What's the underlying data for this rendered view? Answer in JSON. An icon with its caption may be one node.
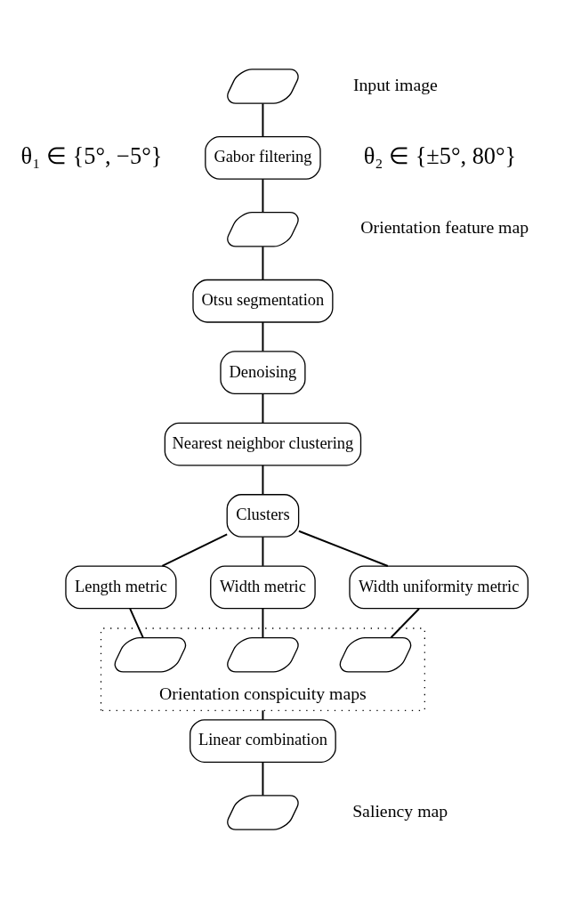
{
  "diagram": {
    "nodes": [
      {
        "text": [],
        "shape": "parallelogram",
        "beside": [
          "Input image"
        ]
      },
      {
        "text": [
          "Gabor filtering"
        ],
        "beside": [
          "θ₁ ∈ {5°, −5°}",
          "θ₂ ∈ {±5°, 80°}"
        ]
      },
      {
        "text": [],
        "shape": "parallelogram",
        "beside": [
          "Orientation feature map"
        ]
      },
      {
        "text": [
          "Otsu segmentation"
        ]
      },
      {
        "text": [
          "Denoising"
        ]
      },
      {
        "text": [
          "Nearest neighbor clustering"
        ]
      },
      {
        "text": [
          "Clusters"
        ]
      },
      {
        "text": [
          "Length metric"
        ]
      },
      {
        "text": [
          "Width metric"
        ]
      },
      {
        "text": [
          "Width uniformity metric"
        ]
      },
      {
        "text": [
          "Orientation conspicuity maps"
        ]
      },
      {
        "text": [],
        "shape": "parallelogram",
        "in": 10
      },
      {
        "text": [],
        "shape": "parallelogram",
        "in": 10
      },
      {
        "text": [],
        "shape": "parallelogram",
        "in": 10
      },
      {
        "text": [
          "Linear combination"
        ]
      },
      {
        "text": [],
        "shape": "parallelogram",
        "beside": [
          "Saliency map"
        ]
      }
    ],
    "edges": [
      {
        "from": 0,
        "to": 1,
        "arrow": "none"
      },
      {
        "from": 1,
        "to": 2,
        "arrow": "none"
      },
      {
        "from": 2,
        "to": 3,
        "arrow": "none"
      },
      {
        "from": 3,
        "to": 4,
        "arrow": "none"
      },
      {
        "from": 4,
        "to": 5,
        "arrow": "none"
      },
      {
        "from": 5,
        "to": 6,
        "arrow": "none"
      },
      {
        "from": 6,
        "to": 7,
        "arrow": "none"
      },
      {
        "from": 6,
        "to": 8,
        "arrow": "none"
      },
      {
        "from": 6,
        "to": 9,
        "arrow": "none"
      },
      {
        "from": 7,
        "to": 11,
        "arrow": "none"
      },
      {
        "from": 8,
        "to": 12,
        "arrow": "none"
      },
      {
        "from": 9,
        "to": 13,
        "arrow": "none"
      },
      {
        "from": 10,
        "to": 14,
        "arrow": "none"
      },
      {
        "from": 14,
        "to": 15,
        "arrow": "none"
      }
    ]
  }
}
